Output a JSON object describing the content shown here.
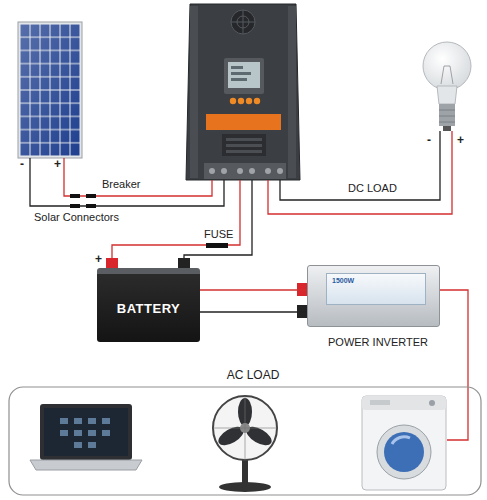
{
  "diagram": {
    "nodes": [
      {
        "text": [
          "BATTERY"
        ]
      },
      {
        "text": [
          "1500W",
          "POWER INVERTER"
        ]
      },
      {
        "text": [
          "AC LOAD"
        ]
      }
    ],
    "edges": [
      {
        "from": 0,
        "to": 1,
        "arrow": "none"
      },
      {
        "from": 0,
        "to": 1,
        "arrow": "none"
      },
      {
        "from": 1,
        "to": 2,
        "arrow": "none"
      }
    ],
    "labels": [
      "-",
      "+",
      "Breaker",
      "Solar Connectors",
      "DC LOAD",
      "FUSE",
      "-",
      "+",
      "+"
    ]
  }
}
